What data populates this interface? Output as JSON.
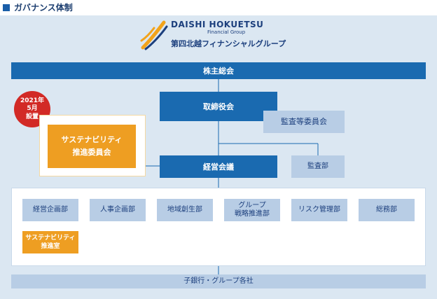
{
  "heading": "ガバナンス体制",
  "logo": {
    "name_en": "DAISHI HOKUETSU",
    "sub_en": "Financial Group",
    "name_ja": "第四北越フィナンシャルグループ",
    "mark_icon": "daishi-hokuetsu-logo-icon",
    "colors": {
      "blue": "#1c3f7d",
      "orange": "#f2a31b"
    }
  },
  "nodes": {
    "shareholders": "株主総会",
    "board": "取締役会",
    "audit_committee": "監査等委員会",
    "management_council": "経営会議",
    "audit_dept": "監査部",
    "sustainability_committee": [
      "サステナビリティ",
      "推進委員会"
    ],
    "subsidiaries": "子銀行・グループ各社"
  },
  "badge": {
    "line1": "2021年",
    "line2": "5月",
    "line3": "設置"
  },
  "departments": [
    {
      "label": [
        "経営企画部"
      ]
    },
    {
      "label": [
        "人事企画部"
      ]
    },
    {
      "label": [
        "地域創生部"
      ]
    },
    {
      "label": [
        "グループ",
        "戦略推進部"
      ]
    },
    {
      "label": [
        "リスク管理部"
      ]
    },
    {
      "label": [
        "総務部"
      ]
    }
  ],
  "sustainability_office": [
    "サステナビリティ",
    "推進室"
  ],
  "colors": {
    "primary_blue": "#1a6ab0",
    "light_blue": "#b8cde5",
    "panel_bg": "#dbe7f2",
    "orange": "#ee9e22",
    "badge_red": "#d22a26"
  }
}
